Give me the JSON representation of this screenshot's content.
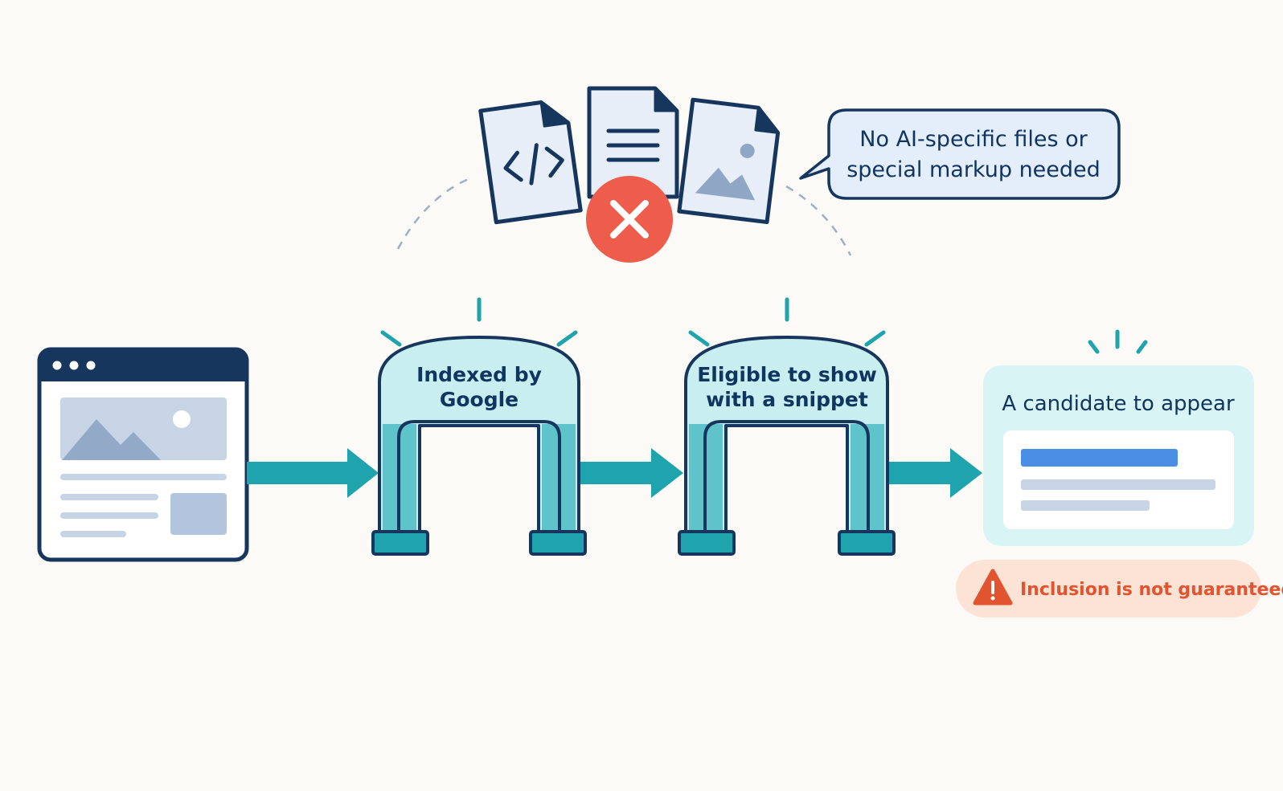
{
  "colors": {
    "navy": "#17365d",
    "teal": "#1fa3ad",
    "arch_fill": "#c9eef0",
    "arch_pillar": "#5fc3cc",
    "red": "#ee5d4c",
    "callout_fill": "#e3eefa",
    "card_fill": "#d8f4f4",
    "result_bar": "#4a8ee6",
    "warn_fill": "#fde3d6",
    "warn_text": "#e2532f",
    "placeholder": "#c7d4e6"
  },
  "icons": {
    "webpage": "browser-window-icon",
    "code_file": "code-file-icon",
    "text_file": "text-file-icon",
    "image_file": "image-file-icon",
    "rejected": "red-x-icon",
    "warning": "warning-triangle-icon"
  },
  "callout": {
    "line1": "No AI-specific files or",
    "line2": "special markup needed"
  },
  "gate1": {
    "line1": "Indexed by",
    "line2": "Google"
  },
  "gate2": {
    "line1": "Eligible to show",
    "line2": "with a snippet"
  },
  "result": {
    "title": "A candidate to appear"
  },
  "warning": {
    "text": "Inclusion is not guaranteed"
  }
}
